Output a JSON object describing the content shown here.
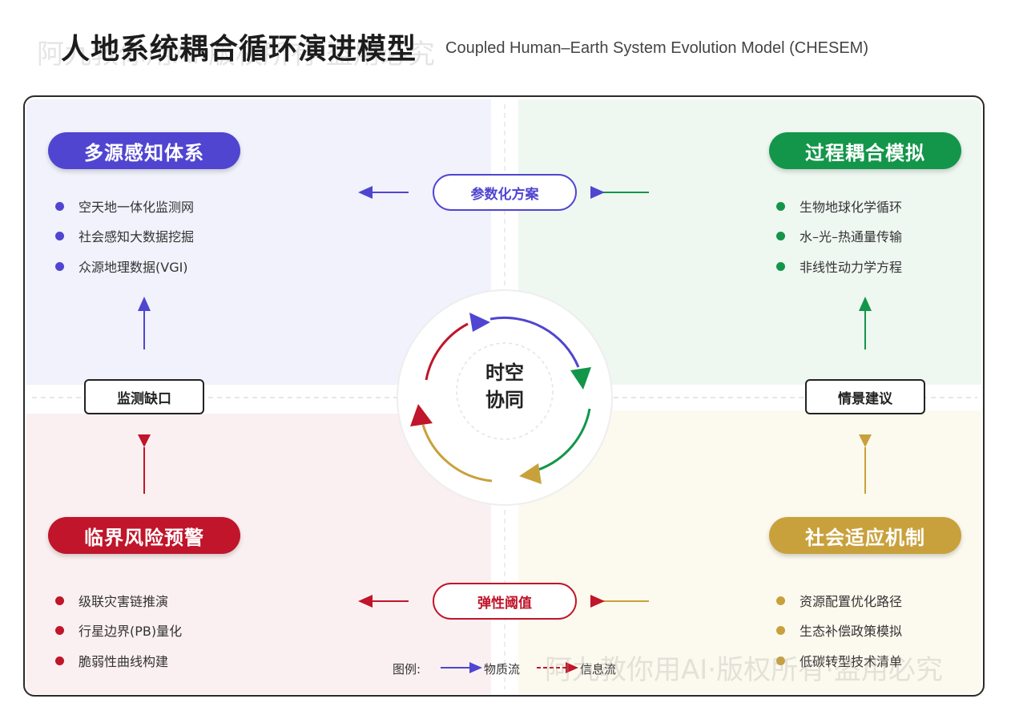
{
  "title": "人地系统耦合循环演进模型",
  "subtitle": "Coupled Human–Earth System Evolution Model (CHESEM)",
  "watermark": "阿九教你用AI·版权所有·盗用必究",
  "colors": {
    "purple": "#5045d1",
    "green": "#13964a",
    "red": "#c0152a",
    "gold": "#c9a13c"
  },
  "quadrants": {
    "tl": {
      "title": "多源感知体系",
      "items": [
        "空天地一体化监测网",
        "社会感知大数据挖掘",
        "众源地理数据(VGI)"
      ]
    },
    "tr": {
      "title": "过程耦合模拟",
      "items": [
        "生物地球化学循环",
        "水–光–热通量传输",
        "非线性动力学方程"
      ]
    },
    "bl": {
      "title": "临界风险预警",
      "items": [
        "级联灾害链推演",
        "行星边界(PB)量化",
        "脆弱性曲线构建"
      ]
    },
    "br": {
      "title": "社会适应机制",
      "items": [
        "资源配置优化路径",
        "生态补偿政策模拟",
        "低碳转型技术清单"
      ]
    }
  },
  "connectors": {
    "top": "参数化方案",
    "bottom": "弹性阈值",
    "left": "监测缺口",
    "right": "情景建议"
  },
  "center": {
    "line1": "时空",
    "line2": "协同"
  },
  "legend": {
    "label": "图例:",
    "material": "物质流",
    "info": "信息流"
  }
}
